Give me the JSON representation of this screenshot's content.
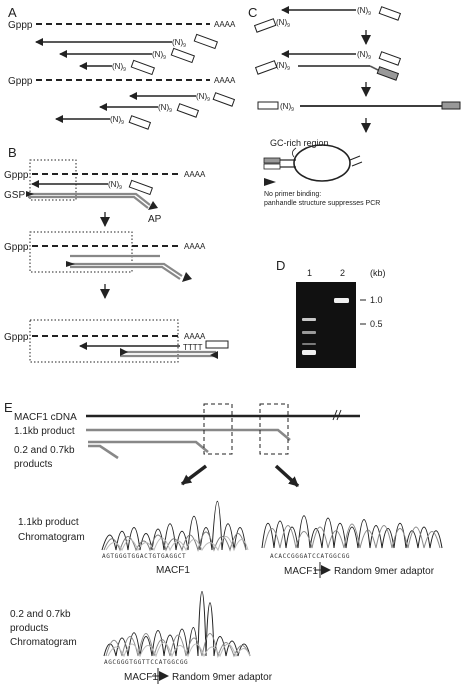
{
  "panels": {
    "a": {
      "label": "A",
      "gppp": "Gppp",
      "polya": "AAAA",
      "n": "(N)",
      "sub9": "9"
    },
    "b": {
      "label": "B",
      "gppp": "Gppp",
      "polya": "AAAA",
      "n": "(N)",
      "sub9": "9",
      "gsp": "GSP",
      "ap": "AP",
      "polyt": "TTTT"
    },
    "c": {
      "label": "C",
      "n": "(N)",
      "sub9": "9",
      "gc_region": "GC-rich region",
      "note1": "No primer binding:",
      "note2": "panhandle structure suppresses PCR"
    },
    "d": {
      "label": "D",
      "lane1": "1",
      "lane2": "2",
      "unit": "(kb)",
      "marker_high": "1.0",
      "marker_low": "0.5"
    },
    "e": {
      "label": "E",
      "macf1_cdna": "MACF1 cDNA",
      "product_11": "1.1kb product",
      "product_0207_l1": "0.2 and 0.7kb",
      "product_0207_l2": "products",
      "chrom1_l1": "1.1kb product",
      "chrom1_l2": "Chromatogram",
      "chrom2_l1": "0.2 and 0.7kb",
      "chrom2_l2": "products",
      "chrom2_l3": "Chromatogram",
      "seq1": "AGTGGGTGGACTGTGAGGCT",
      "seq2": "ACACCGGGATCCATGGCGG",
      "seq3": "AGCGGGTGGTTCCATGGCGG",
      "macf1": "MACF1",
      "macf1_b": "MACF1",
      "macf1_c": "MACF1",
      "adaptor_b": "Random 9mer adaptor",
      "adaptor_c": "Random 9mer adaptor"
    }
  }
}
